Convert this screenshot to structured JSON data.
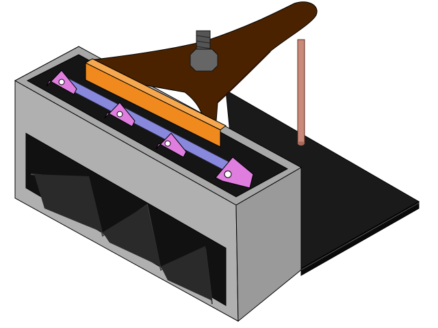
{
  "scene": {
    "background": "#ffffff",
    "colors": {
      "base_plate": "#1a1a1a",
      "housing": "#a8a8a8",
      "housing_dark": "#6e6e6e",
      "clamp_bar": "#f08a1e",
      "lever_arm": "#4a2200",
      "guide_rod": "#c98a7a",
      "brackets": "#e07ee0",
      "roller_bar": "#8888dd",
      "bolt": "#555555"
    },
    "components": [
      "base-plate",
      "housing-block",
      "clamp-bar",
      "lever-arm",
      "guide-rod",
      "hex-bolt",
      "pivot-brackets",
      "roller-bar"
    ]
  }
}
